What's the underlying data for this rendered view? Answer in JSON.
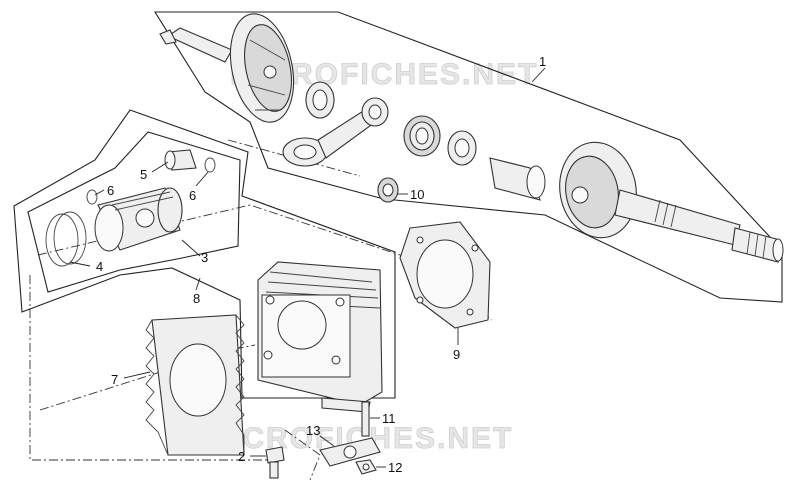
{
  "watermark": "MICROFICHES.NET",
  "callouts": [
    "1",
    "2",
    "3",
    "4",
    "5",
    "6",
    "6",
    "7",
    "8",
    "9",
    "10",
    "11",
    "12",
    "13"
  ]
}
